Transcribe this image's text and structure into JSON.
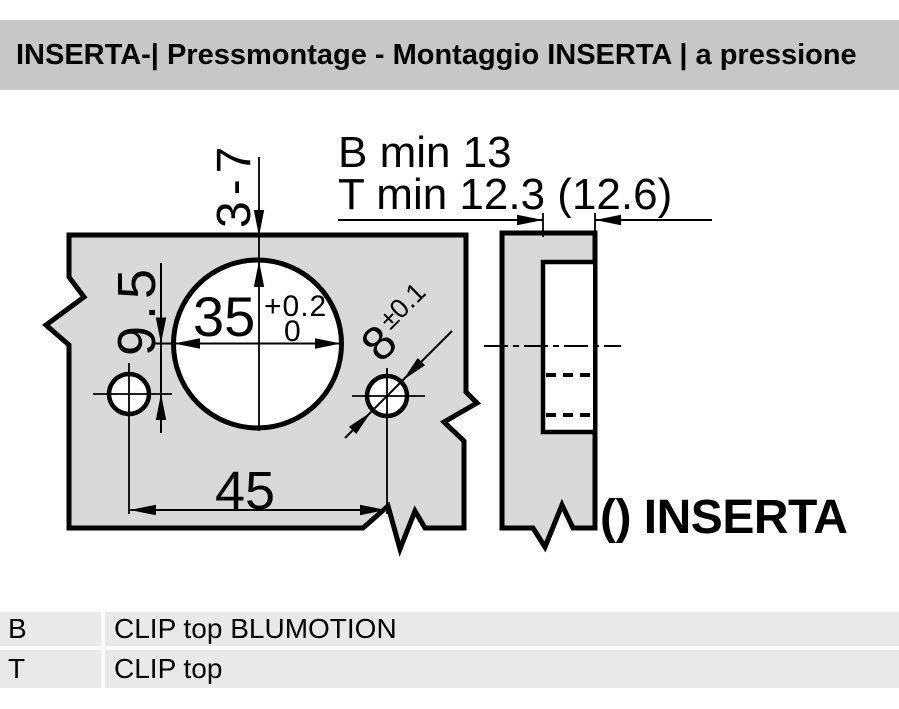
{
  "header": {
    "title": "INSERTA-| Pressmontage - Montaggio INSERTA | a pressione"
  },
  "drawing": {
    "front_view": {
      "dim_edge_distance": "3-7",
      "dim_cup_center_offset": "9.5",
      "dim_cup_diameter": "35",
      "dim_cup_tolerance_upper": "+0.2",
      "dim_cup_tolerance_lower": "0",
      "dim_screw_hole_diameter": "8",
      "dim_screw_hole_tolerance": "±0.1",
      "dim_screw_hole_spacing": "45"
    },
    "side_view": {
      "dim_b": "B min 13",
      "dim_t": "T min 12.3 (12.6)",
      "caption": "() INSERTA"
    }
  },
  "legend": {
    "rows": [
      {
        "key": "B",
        "value": "CLIP top BLUMOTION"
      },
      {
        "key": "T",
        "value": "CLIP top"
      }
    ]
  },
  "colors": {
    "header_bg": "#c7c7c7",
    "panel_fill": "#d9d9d9",
    "legend_row_bg": "#e9e9e9",
    "line": "#000000",
    "page_bg": "#ffffff"
  }
}
